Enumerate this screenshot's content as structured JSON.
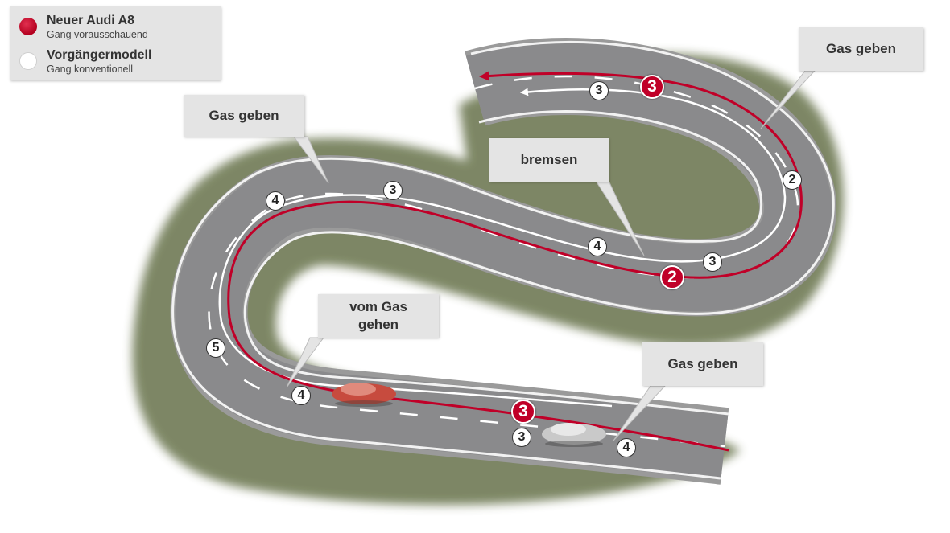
{
  "legend": {
    "new_title": "Neuer Audi A8",
    "new_sub": "Gang vorausschauend",
    "new_color": "#c00028",
    "old_title": "Vorgängermodell",
    "old_sub": "Gang konventionell",
    "old_color": "#ffffff"
  },
  "callouts": {
    "top_right": "Gas geben",
    "top_left": "Gas geben",
    "middle": "bremsen",
    "lower_left": "vom Gas\ngehen",
    "lower_right": "Gas geben"
  },
  "gears": {
    "red_top": "3",
    "white_top": "3",
    "white_right_turn": "2",
    "white_4_left": "4",
    "white_3_left": "3",
    "white_4_mid": "4",
    "red_mid": "2",
    "white_3_mid": "3",
    "white_5": "5",
    "white_4_bottom": "4",
    "red_bottom": "3",
    "white_3_bottom": "3",
    "white_4_bottom_right": "4"
  }
}
